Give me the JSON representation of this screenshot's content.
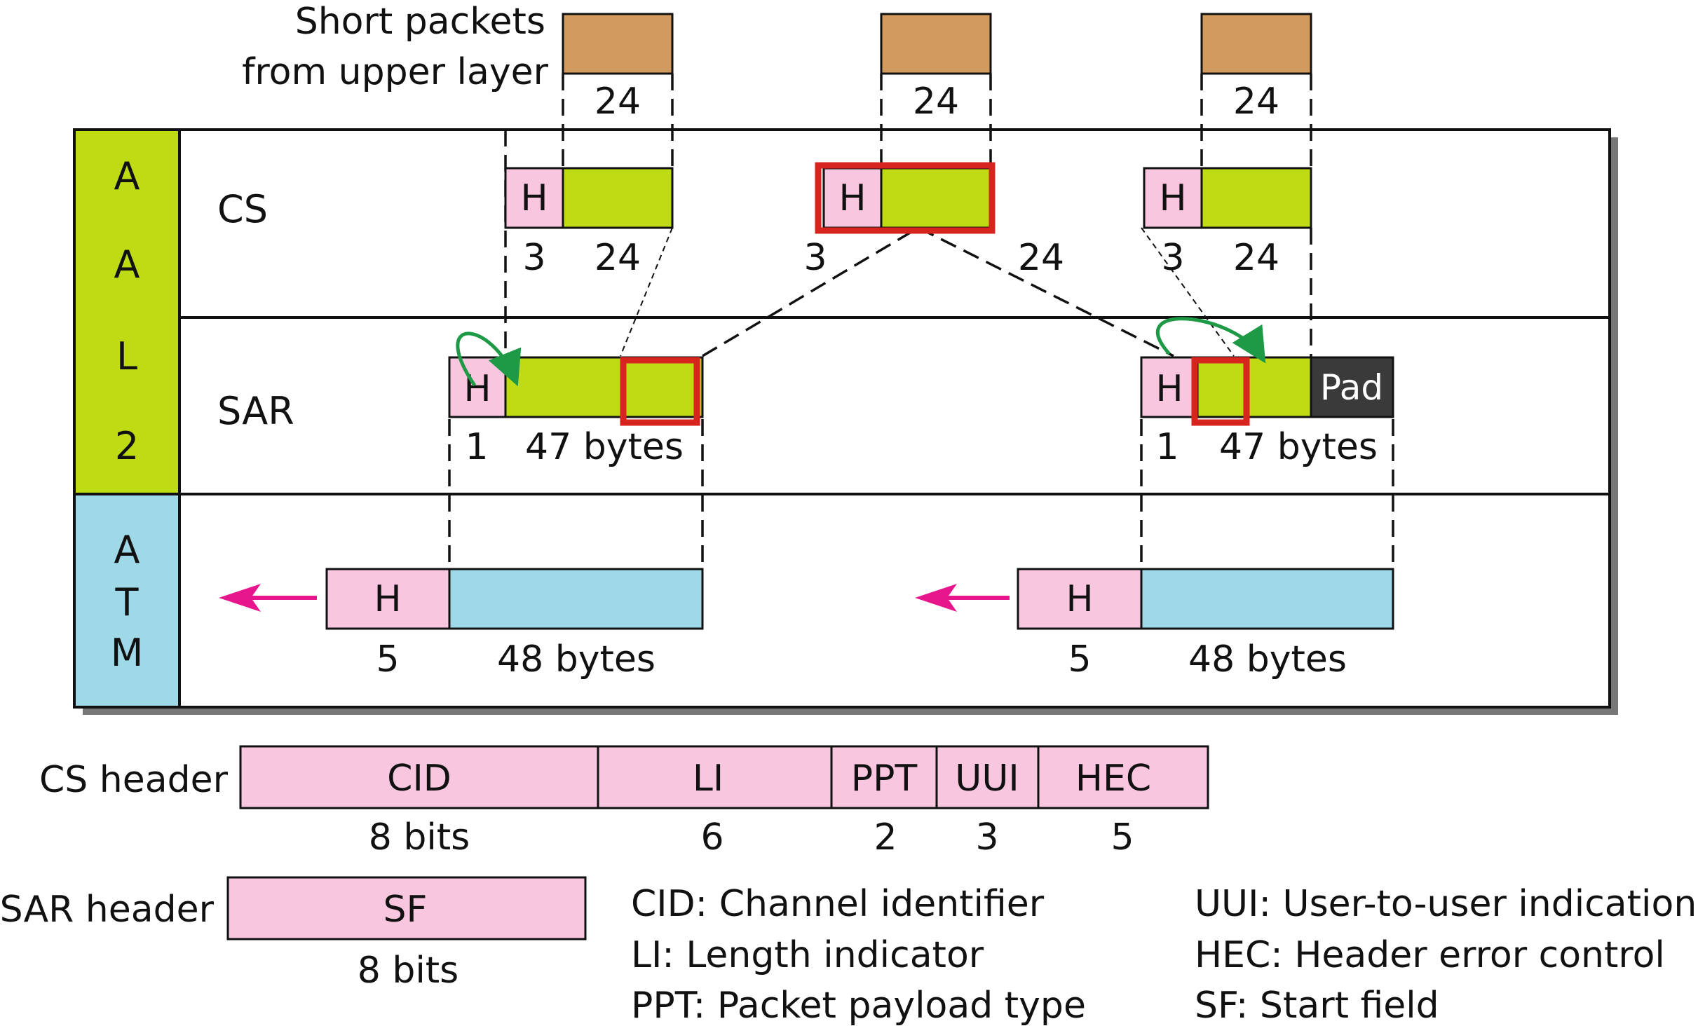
{
  "upper": {
    "label_line1": "Short packets",
    "label_line2": "from upper layer",
    "packet_sizes": [
      "24",
      "24",
      "24"
    ]
  },
  "layers": {
    "aal2_letters": [
      "A",
      "A",
      "L",
      "2"
    ],
    "atm_letters": [
      "A",
      "T",
      "M"
    ],
    "cs": "CS",
    "sar": "SAR"
  },
  "cs": {
    "header": "H",
    "packets": [
      {
        "header_size": "3",
        "payload_size": "24"
      },
      {
        "header_size": "3",
        "payload_size": "24"
      },
      {
        "header_size": "3",
        "payload_size": "24"
      }
    ]
  },
  "sar": {
    "header": "H",
    "pad": "Pad",
    "cells": [
      {
        "header_size": "1",
        "payload_size": "47 bytes"
      },
      {
        "header_size": "1",
        "payload_size": "47 bytes"
      }
    ]
  },
  "atm": {
    "header": "H",
    "cells": [
      {
        "header_size": "5",
        "payload_size": "48 bytes"
      },
      {
        "header_size": "5",
        "payload_size": "48 bytes"
      }
    ]
  },
  "cs_header": {
    "label": "CS header",
    "fields": [
      {
        "name": "CID",
        "size": "8 bits"
      },
      {
        "name": "LI",
        "size": "6"
      },
      {
        "name": "PPT",
        "size": "2"
      },
      {
        "name": "UUI",
        "size": "3"
      },
      {
        "name": "HEC",
        "size": "5"
      }
    ]
  },
  "sar_header": {
    "label": "SAR header",
    "field": "SF",
    "size": "8 bits"
  },
  "legend": {
    "cid": "CID: Channel identifier",
    "li": "LI: Length indicator",
    "ppt": "PPT: Packet payload type",
    "uui": "UUI: User-to-user indication",
    "hec": "HEC: Header error control",
    "sf": "SF: Start field"
  },
  "colors": {
    "upper_packet": "#D19A5E",
    "cs_header": "#F8C6DE",
    "payload_green": "#BFDB14",
    "atm_blue": "#9FD9E8",
    "pad": "#3A3A3A",
    "highlight": "#D8241E",
    "arrow_green": "#1E9A46",
    "arrow_magenta": "#E8168C"
  }
}
